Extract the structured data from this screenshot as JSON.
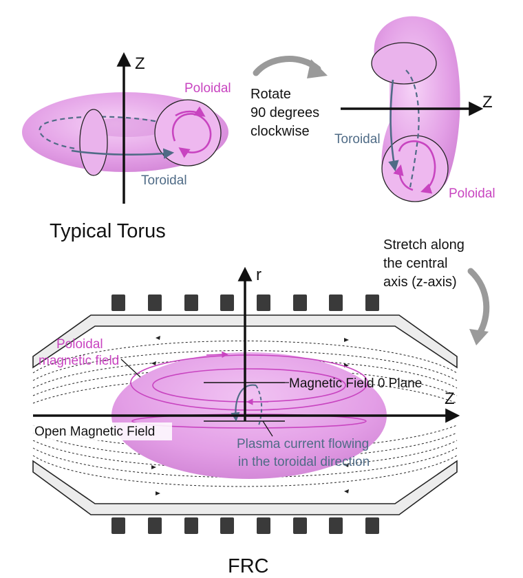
{
  "colors": {
    "torus_fill": "#e8a6ea",
    "torus_fill_light": "#f2c8f3",
    "poloidal_magenta": "#c844c0",
    "toroidal_steel": "#4f6b86",
    "axis_black": "#111111",
    "arrow_gray": "#9a9a9a",
    "wall_gray": "#ececec",
    "coil_dark": "#3a3a3a"
  },
  "icons": [
    "rotate-arrow-icon",
    "stretch-arrow-icon"
  ],
  "typical_torus": {
    "axis_z": "Z",
    "poloidal": "Poloidal",
    "toroidal": "Toroidal",
    "caption": "Typical Torus"
  },
  "rotated_torus": {
    "rotate_line1": "Rotate",
    "rotate_line2": "90 degrees",
    "rotate_line3": "clockwise",
    "axis_z": "Z",
    "toroidal": "Toroidal",
    "poloidal": "Poloidal"
  },
  "stretch": {
    "line1": "Stretch along",
    "line2": "the central",
    "line3": "axis (z-axis)"
  },
  "frc": {
    "axis_r": "r",
    "axis_z": "Z",
    "poloidal_line1": "Poloidal",
    "poloidal_line2": "magnetic field",
    "zero_plane": "Magnetic Field 0 Plane",
    "open_field": "Open Magnetic Field",
    "plasma_line1": "Plasma current flowing",
    "plasma_line2": "in the toroidal direction",
    "caption": "FRC"
  }
}
